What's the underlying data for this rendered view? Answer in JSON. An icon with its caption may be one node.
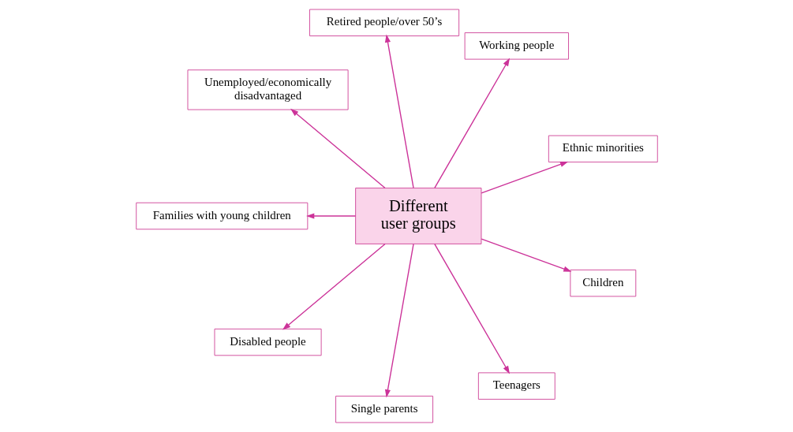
{
  "diagram": {
    "nodes": [
      {
        "text": [
          "Different user groups"
        ]
      },
      {
        "text": [
          "Ethnic minorities"
        ]
      },
      {
        "text": [
          "Working people"
        ]
      },
      {
        "text": [
          "Retired people/over 50’s"
        ]
      },
      {
        "text": [
          "Unemployed/economically disadvantaged"
        ]
      },
      {
        "text": [
          "Families with young children"
        ]
      },
      {
        "text": [
          "Disabled people"
        ]
      },
      {
        "text": [
          "Single parents"
        ]
      },
      {
        "text": [
          "Teenagers"
        ]
      },
      {
        "text": [
          "Children"
        ]
      }
    ],
    "edges": [
      {
        "from": 0,
        "to": 1,
        "arrow": "to"
      },
      {
        "from": 0,
        "to": 3,
        "arrow": "to"
      },
      {
        "from": 0,
        "to": 5,
        "arrow": "to"
      },
      {
        "from": 0,
        "to": 7,
        "arrow": "to"
      },
      {
        "from": 0,
        "to": 9,
        "arrow": "to"
      },
      {
        "from": 0,
        "to": 8,
        "arrow": "to"
      },
      {
        "from": 0,
        "to": 6,
        "arrow": "to"
      },
      {
        "from": 0,
        "to": 4,
        "arrow": "to"
      },
      {
        "from": 0,
        "to": 2,
        "arrow": "to"
      }
    ]
  }
}
